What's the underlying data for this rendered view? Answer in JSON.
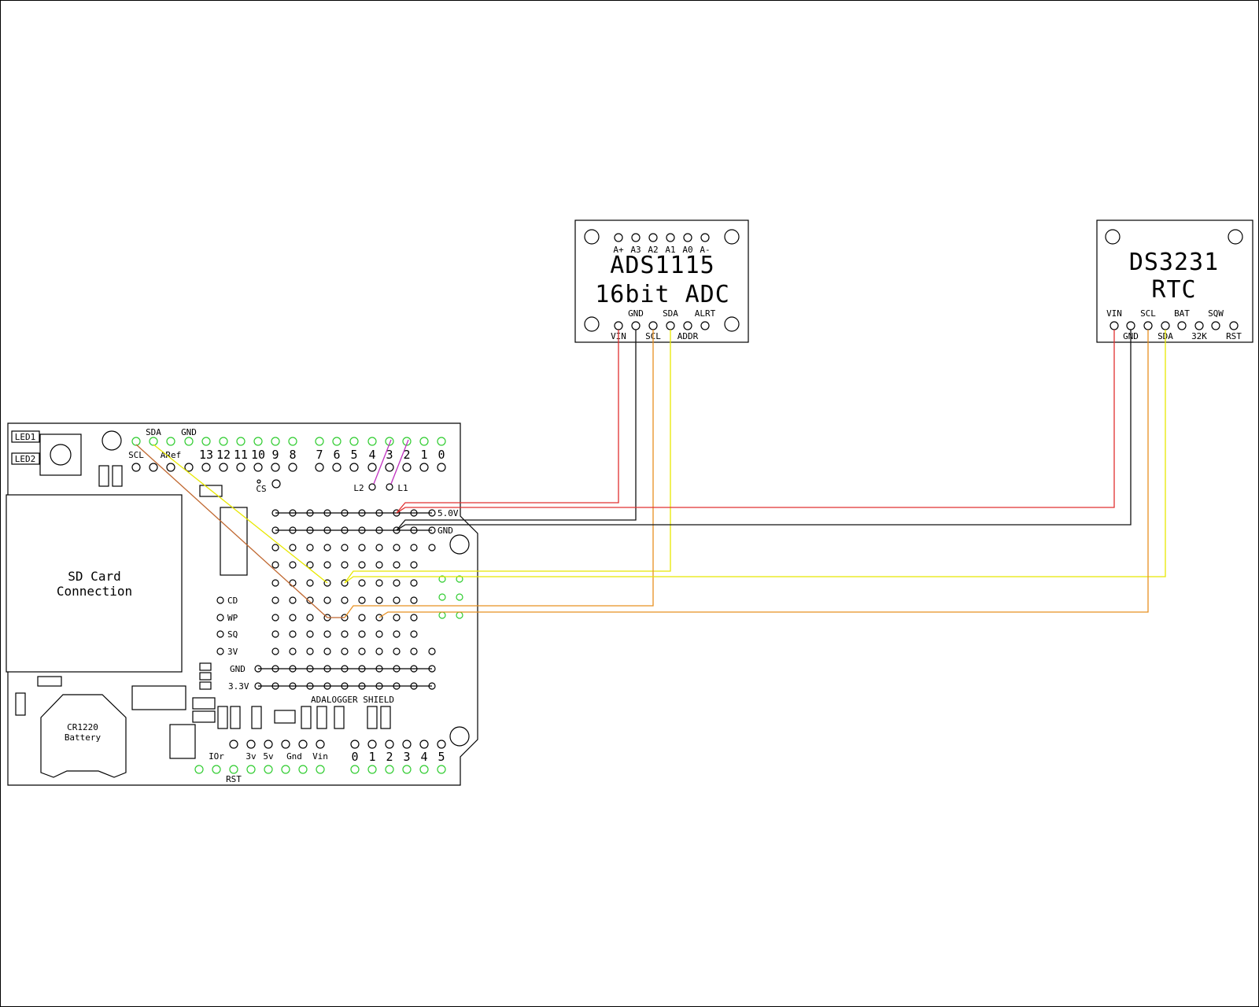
{
  "colors": {
    "red": "#e03030",
    "black": "#111111",
    "yellow": "#e8e800",
    "orange": "#e89020",
    "brown": "#c06830",
    "magenta": "#c030c0",
    "green_hole": "#2fcc2f"
  },
  "ads1115": {
    "title": "ADS1115",
    "subtitle": "16bit ADC",
    "top_pins": [
      "A+",
      "A3",
      "A2",
      "A1",
      "A0",
      "A-"
    ],
    "upper_labels": [
      "GND",
      "SDA",
      "ALRT"
    ],
    "lower_labels": [
      "VIN",
      "SCL",
      "ADDR"
    ]
  },
  "ds3231": {
    "title": "DS3231",
    "subtitle": "RTC",
    "upper_labels": [
      "VIN",
      "SCL",
      "BAT",
      "SQW"
    ],
    "lower_labels": [
      "GND",
      "SDA",
      "32K",
      "RST"
    ]
  },
  "shield": {
    "name": "ADALOGGER SHIELD",
    "led1": "LED1",
    "led2": "LED2",
    "sd_card": [
      "SD Card",
      "Connection"
    ],
    "battery": [
      "CR1220",
      "Battery"
    ],
    "header_top": [
      "SDA",
      "GND"
    ],
    "header_labels": [
      "SCL",
      "ARef",
      "13",
      "12",
      "11",
      "10",
      "9",
      "8",
      "7",
      "6",
      "5",
      "4",
      "3",
      "2",
      "1",
      "0"
    ],
    "cs": "CS",
    "l2": "L2",
    "l1": "L1",
    "rail_5v": "5.0V",
    "rail_gnd": "GND",
    "side_labels": [
      "CD",
      "WP",
      "SQ",
      "3V"
    ],
    "gnd_rail": "GND",
    "rail_33": "3.3V",
    "power_labels": [
      "IOr",
      "3v",
      "5v",
      "Gnd",
      "Vin"
    ],
    "analog_labels": [
      "0",
      "1",
      "2",
      "3",
      "4",
      "5"
    ],
    "rst": "RST"
  }
}
